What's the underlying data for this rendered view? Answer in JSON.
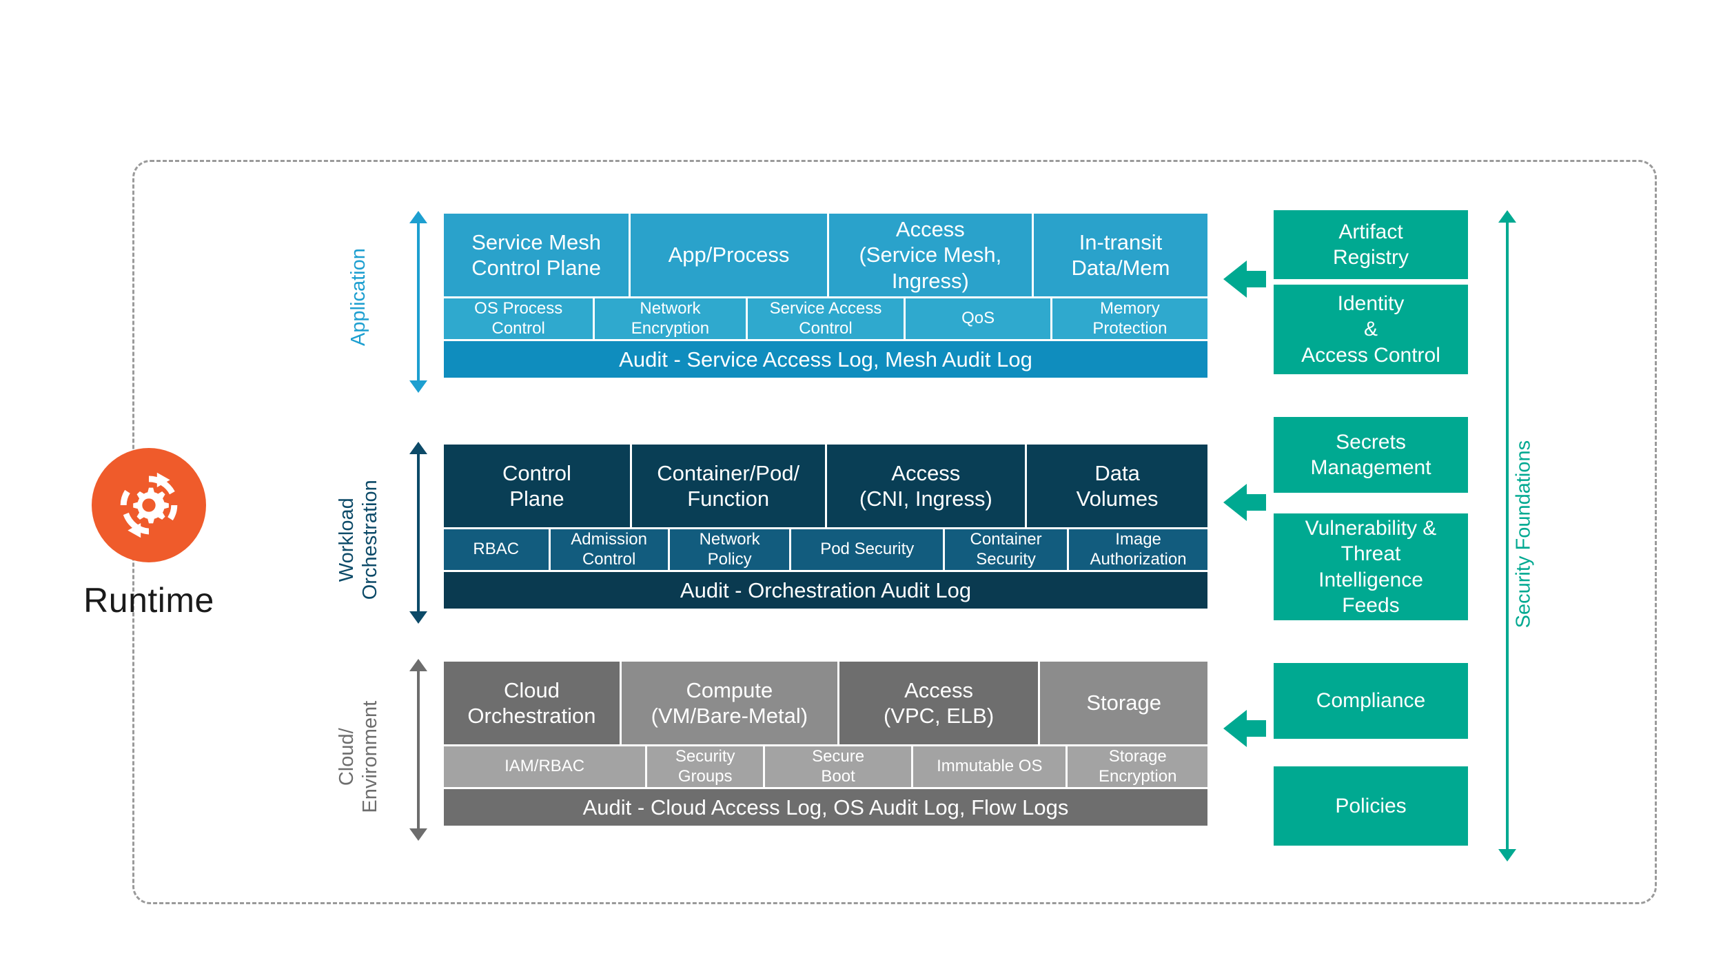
{
  "palette": {
    "app_main": "#2AA2CB",
    "app_sub": "#2FA9CE",
    "app_audit": "#0F8DBE",
    "app_axis": "#1D9FD0",
    "orch_main": "#093E55",
    "orch_sub": "#125C7E",
    "orch_audit": "#0A3A50",
    "orch_axis": "#0C4A68",
    "cloud_main_dark": "#6E6E6E",
    "cloud_main_light": "#8C8C8C",
    "cloud_sub": "#A3A3A3",
    "cloud_audit": "#6E6E6E",
    "cloud_axis": "#6D6D6D",
    "teal": "#00A991",
    "runtime_orange": "#EF5B2B",
    "frame_dash": "#9A9A9A"
  },
  "runtime": {
    "label": "Runtime",
    "icon": "gear-refresh-cycle-icon"
  },
  "axis_labels": {
    "application": "Application",
    "workload_orchestration": "Workload\nOrchestration",
    "cloud_environment": "Cloud/\nEnvironment",
    "security_foundations": "Security Foundations"
  },
  "layers": [
    {
      "id": "application",
      "axis_label": "Application",
      "main": [
        {
          "label": "Service Mesh\nControl Plane",
          "flex": 158
        },
        {
          "label": "App/Process",
          "flex": 168
        },
        {
          "label": "Access\n(Service Mesh,\nIngress)",
          "flex": 174
        },
        {
          "label": "In-transit\nData/Mem",
          "flex": 148
        }
      ],
      "sub": [
        {
          "label": "OS Process\nControl",
          "flex": 116
        },
        {
          "label": "Network\nEncryption",
          "flex": 117
        },
        {
          "label": "Service Access\nControl",
          "flex": 122
        },
        {
          "label": "QoS",
          "flex": 112
        },
        {
          "label": "Memory\nProtection",
          "flex": 121
        }
      ],
      "audit": "Audit - Service Access Log, Mesh Audit Log"
    },
    {
      "id": "workload-orchestration",
      "axis_label": "Workload\nOrchestration",
      "main": [
        {
          "label": "Control\nPlane",
          "flex": 159
        },
        {
          "label": "Container/Pod/\nFunction",
          "flex": 165
        },
        {
          "label": "Access\n(CNI, Ingress)",
          "flex": 170
        },
        {
          "label": "Data\nVolumes",
          "flex": 154
        }
      ],
      "sub": [
        {
          "label": "RBAC",
          "flex": 82
        },
        {
          "label": "Admission\nControl",
          "flex": 93
        },
        {
          "label": "Network\nPolicy",
          "flex": 95
        },
        {
          "label": "Pod Security",
          "flex": 122
        },
        {
          "label": "Container\nSecurity",
          "flex": 97
        },
        {
          "label": "Image\nAuthorization",
          "flex": 111
        }
      ],
      "audit": "Audit - Orchestration Audit Log"
    },
    {
      "id": "cloud-environment",
      "axis_label": "Cloud/\nEnvironment",
      "main": [
        {
          "label": "Cloud\nOrchestration",
          "flex": 159,
          "tone": "dark"
        },
        {
          "label": "Compute\n(VM/Bare-Metal)",
          "flex": 197,
          "tone": "light"
        },
        {
          "label": "Access\n(VPC, ELB)",
          "flex": 181,
          "tone": "dark"
        },
        {
          "label": "Storage",
          "flex": 151,
          "tone": "light"
        }
      ],
      "sub": [
        {
          "label": "IAM/RBAC",
          "flex": 178
        },
        {
          "label": "Security\nGroups",
          "flex": 99
        },
        {
          "label": "Secure\nBoot",
          "flex": 127
        },
        {
          "label": "Immutable OS",
          "flex": 133
        },
        {
          "label": "Storage\nEncryption",
          "flex": 121
        }
      ],
      "audit": "Audit - Cloud Access Log, OS Audit Log, Flow Logs"
    }
  ],
  "foundations": {
    "axis_label": "Security Foundations",
    "items": [
      {
        "label": "Artifact\nRegistry"
      },
      {
        "label": "Identity\n&\nAccess Control"
      },
      {
        "label": "Secrets\nManagement"
      },
      {
        "label": "Vulnerability &\nThreat\nIntelligence\nFeeds"
      },
      {
        "label": "Compliance"
      },
      {
        "label": "Policies"
      }
    ]
  },
  "connector_arrows": [
    {
      "name": "foundations-to-application-arrow"
    },
    {
      "name": "foundations-to-orchestration-arrow"
    },
    {
      "name": "foundations-to-cloud-arrow"
    }
  ]
}
